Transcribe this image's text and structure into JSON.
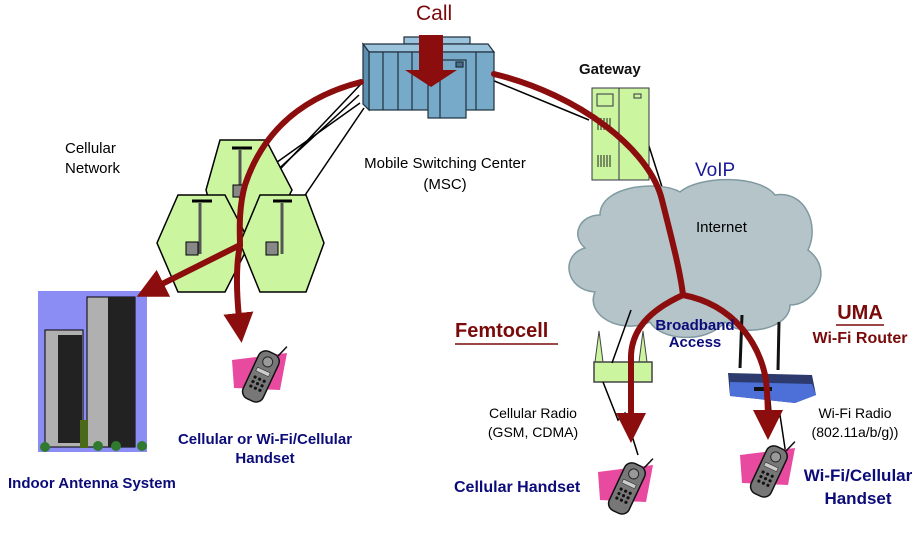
{
  "diagram": {
    "call_label": "Call",
    "msc": {
      "line1": "Mobile Switching Center",
      "line2": "(MSC)"
    },
    "gateway_label": "Gateway",
    "voip_label": "VoIP",
    "internet_label": "Internet",
    "cellular_network": {
      "line1": "Cellular",
      "line2": "Network"
    },
    "femtocell_label": "Femtocell",
    "broadband": {
      "line1": "Broadband",
      "line2": "Access"
    },
    "uma": {
      "title": "UMA",
      "subtitle": "Wi-Fi Router"
    },
    "cellular_radio": {
      "line1": "Cellular Radio",
      "line2": "(GSM, CDMA)"
    },
    "wifi_radio": {
      "line1": "Wi-Fi Radio",
      "line2": "(802.11a/b/g))"
    },
    "indoor_antenna_label": "Indoor Antenna System",
    "handset_left": {
      "line1": "Cellular or Wi-Fi/Cellular",
      "line2": "Handset"
    },
    "handset_cellular_label": "Cellular Handset",
    "handset_wifi": {
      "line1": "Wi-Fi/Cellular",
      "line2": "Handset"
    },
    "colors": {
      "call_path": "#8b0d0d",
      "cell_fill": "#ccf5a0",
      "cloud_fill": "#b5c4c9",
      "msc_fill": "#77a9c8",
      "gateway_fill": "#ccf5a0",
      "building_bg": "#8c8cf5",
      "handset_accent": "#e84aa0",
      "label_blue": "#0b0b7a",
      "label_red": "#7a0a0a"
    }
  }
}
